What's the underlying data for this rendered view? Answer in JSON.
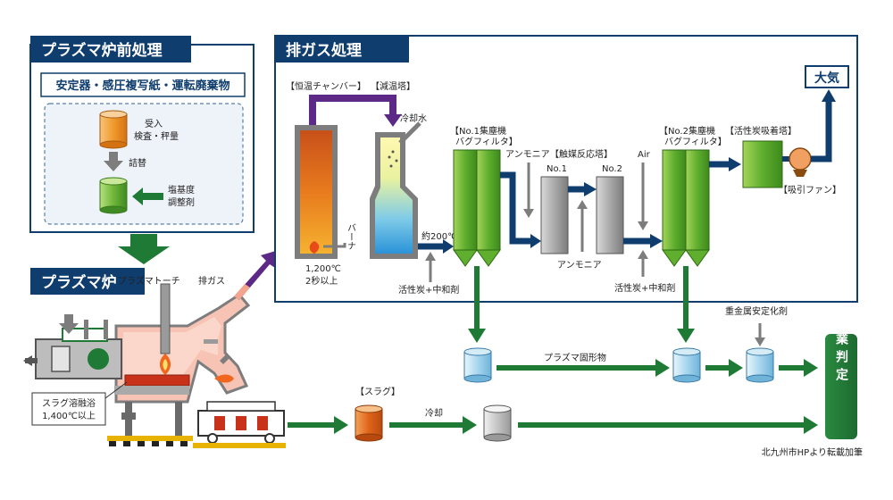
{
  "panels": {
    "pre_title": "プラズマ炉前処理",
    "pre_subtitle": "安定器・感圧複写紙・運転廃棄物",
    "furnace_title": "プラズマ炉",
    "exhaust_title": "排ガス処理"
  },
  "pre_process": {
    "receive": "受入",
    "inspect": "検査・秤量",
    "refill": "詰替",
    "salt1": "塩基度",
    "salt2": "調整剤"
  },
  "furnace": {
    "torch": "プラズマトーチ",
    "exhaust_gas": "排ガス",
    "slag_bath1": "スラグ溶融浴",
    "slag_bath2": "1,400℃以上"
  },
  "exhaust": {
    "chamber": "【恒温チャンバー】",
    "cooling_tower": "【減温塔】",
    "cooling_water": "冷却水",
    "burner": "バーナ",
    "temp1": "1,200℃",
    "temp2": "2秒以上",
    "approx_temp": "約200℃",
    "activated_carbon": "活性炭+中和剤",
    "collector1_a": "【No.1集塵機",
    "collector1_b": "バグフィルタ】",
    "ammonia_top": "アンモニア",
    "catalyst": "【触媒反応塔】",
    "no1": "No.1",
    "no2": "No.2",
    "ammonia_bottom": "アンモニア",
    "air": "Air",
    "collector2_a": "【No.2集塵機",
    "collector2_b": "バグフィルタ】",
    "carbon_tower": "【活性炭吸着塔】",
    "fan": "【吸引ファン】",
    "atmosphere": "大気",
    "activated_carbon2": "活性炭+中和剤"
  },
  "lower": {
    "heavy_metal": "重金属安定化剤",
    "plasma_solid": "プラズマ固形物",
    "slag": "【スラグ】",
    "cooling": "冷却",
    "final": "卒業判定",
    "credit": "北九州市HPより転載加筆"
  },
  "colors": {
    "navy": "#0f3d6e",
    "green_arrow": "#1e7a34",
    "purple": "#5c2a86",
    "bag_green": "#7bbd3c"
  }
}
